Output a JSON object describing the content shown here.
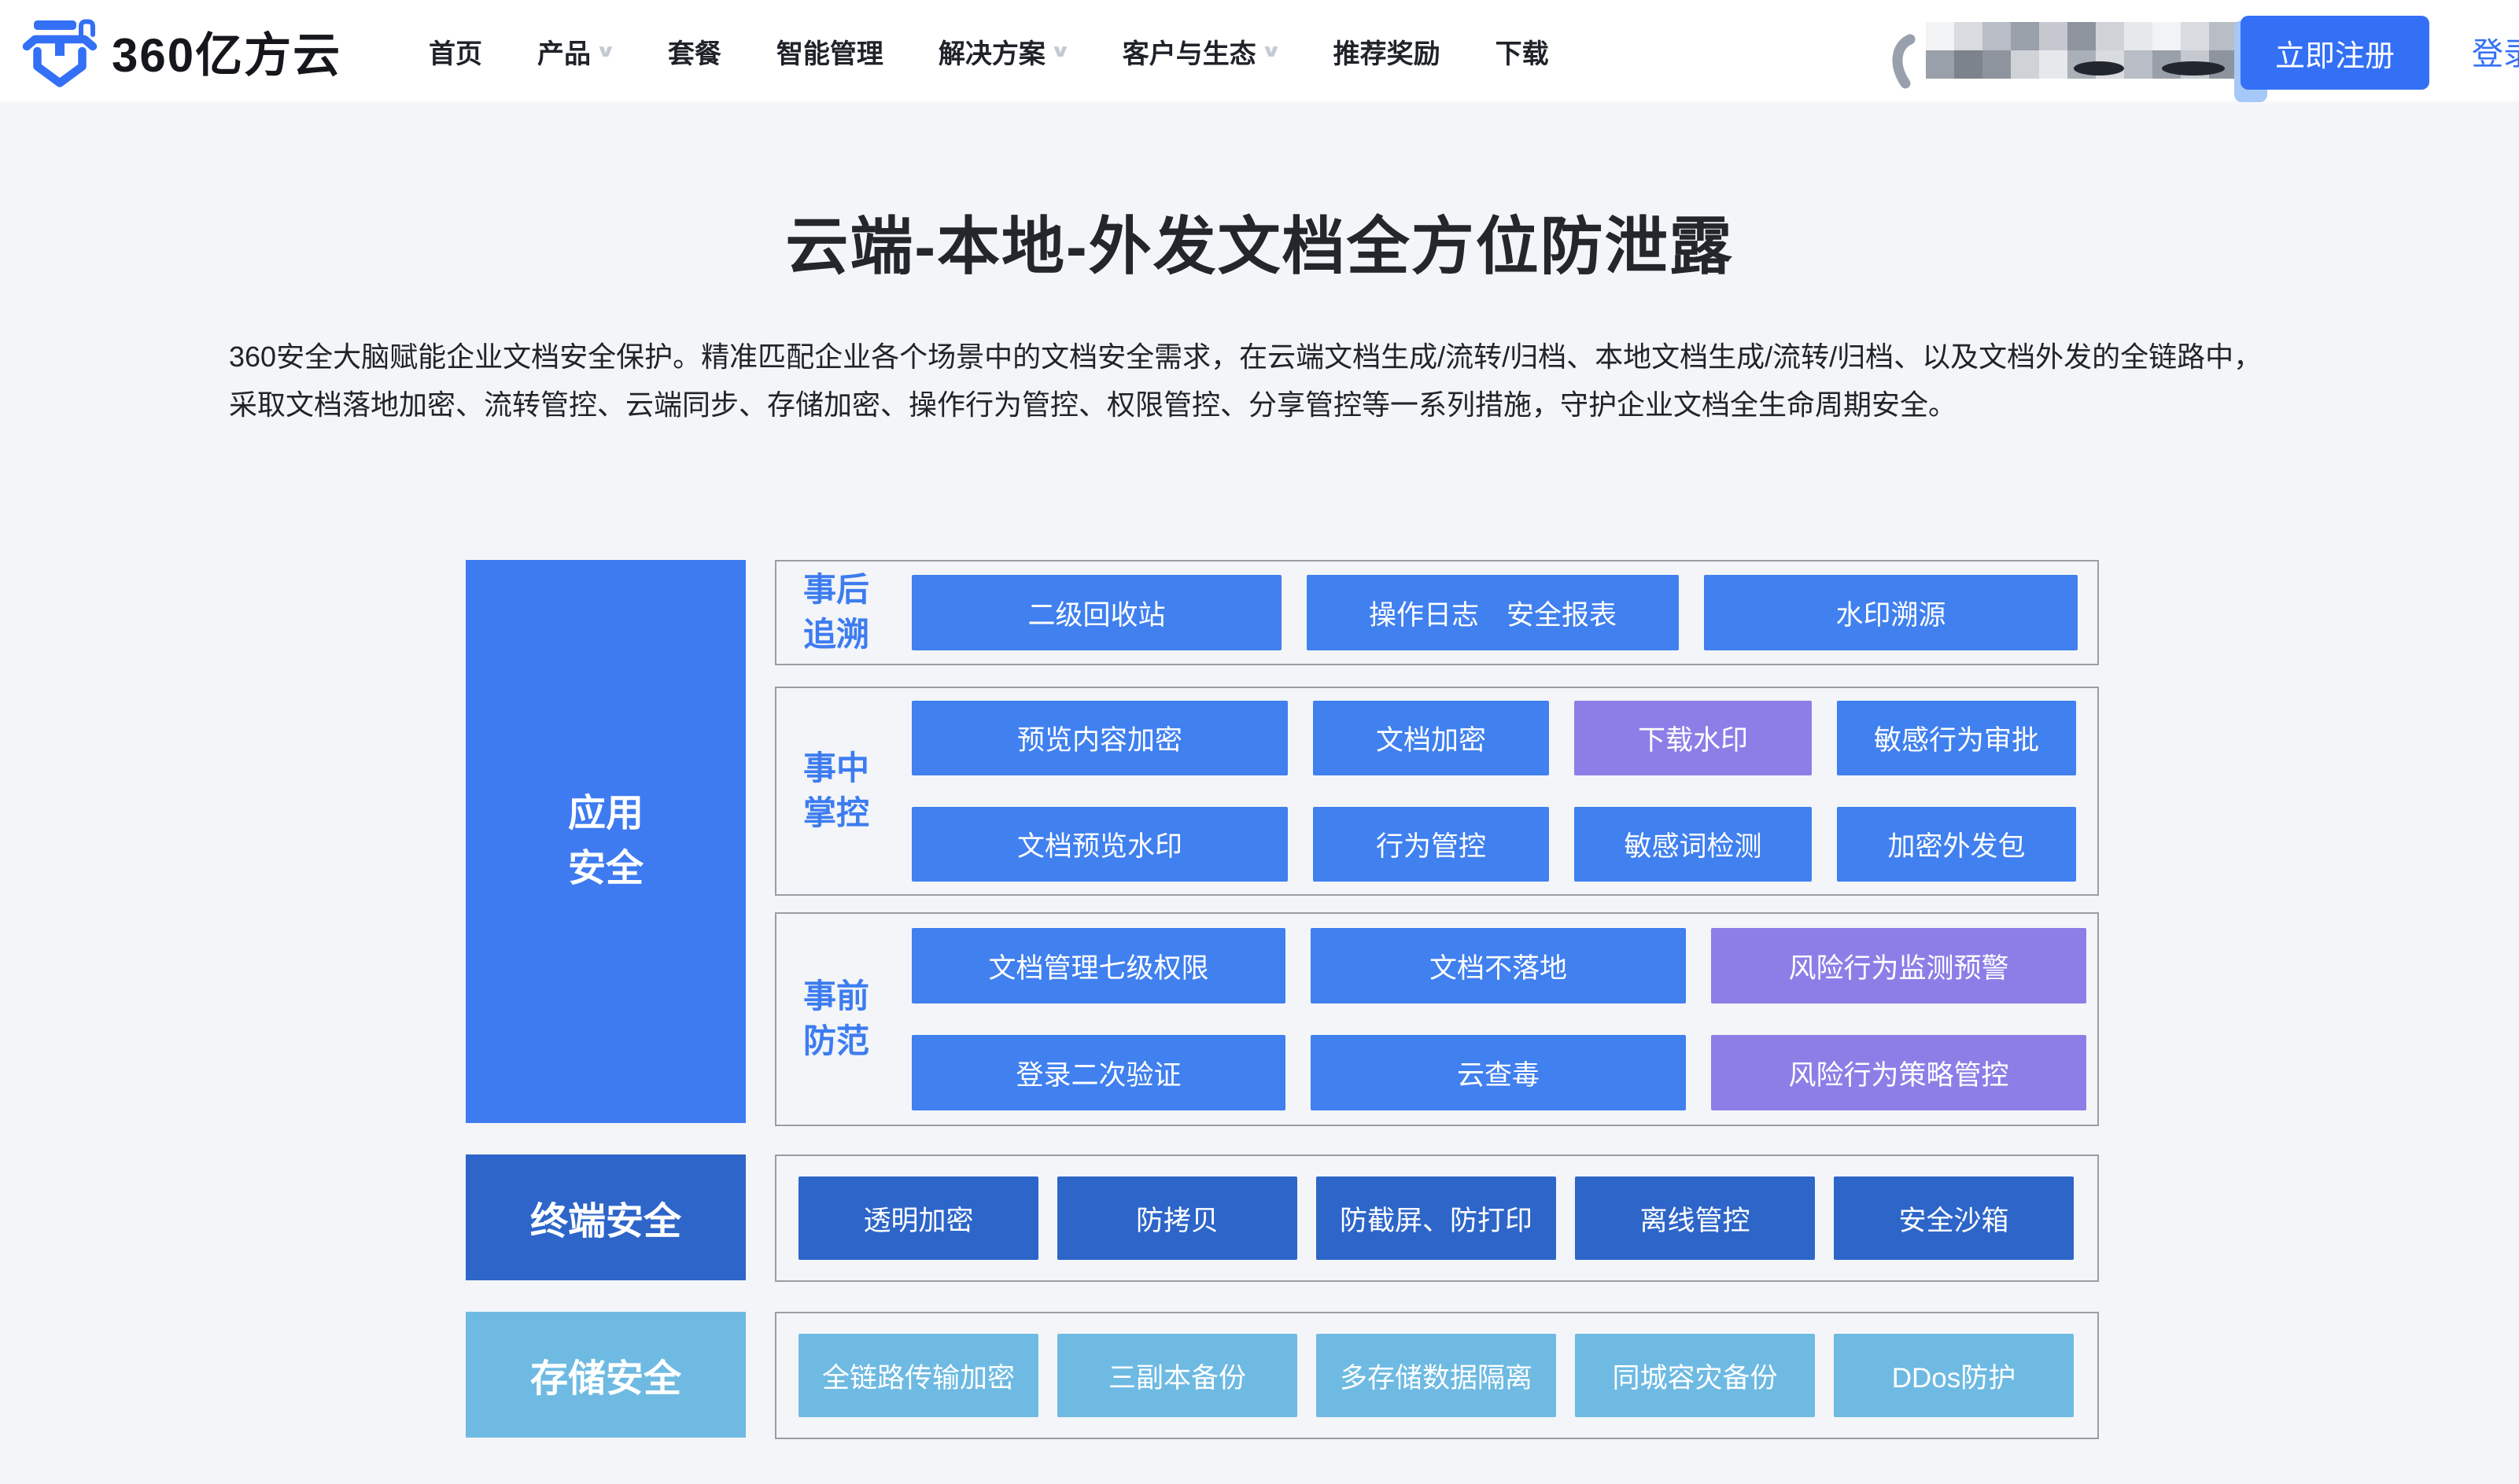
{
  "header": {
    "logo_text": "360亿方云",
    "nav": {
      "home": "首页",
      "product": "产品",
      "plans": "套餐",
      "smart_mgmt": "智能管理",
      "solutions": "解决方案",
      "customers": "客户与生态",
      "referral": "推荐奖励",
      "download": "下载"
    },
    "register_label": "立即注册",
    "login_label": "登录"
  },
  "hero": {
    "title": "云端-本地-外发文档全方位防泄露",
    "description": "360安全大脑赋能企业文档安全保护。精准匹配企业各个场景中的文档安全需求，在云端文档生成/流转/归档、本地文档生成/流转/归档、以及文档外发的全链路中，采取文档落地加密、流转管控、云端同步、存储加密、操作行为管控、权限管控、分享管控等一系列措施，守护企业文档全生命周期安全。"
  },
  "diagram": {
    "left": {
      "app": "应用\n安全",
      "terminal": "终端安全",
      "storage": "存储安全"
    },
    "g1": {
      "label": "事后\n追溯",
      "b1": "二级回收站",
      "b2": "操作日志　安全报表",
      "b3": "水印溯源"
    },
    "g2": {
      "label": "事中\n掌控",
      "b1": "预览内容加密",
      "b2": "文档加密",
      "b3": "下载水印",
      "b4": "敏感行为审批",
      "b5": "文档预览水印",
      "b6": "行为管控",
      "b7": "敏感词检测",
      "b8": "加密外发包"
    },
    "g3": {
      "label": "事前\n防范",
      "b1": "文档管理七级权限",
      "b2": "文档不落地",
      "b3": "风险行为监测预警",
      "b4": "登录二次验证",
      "b5": "云查毒",
      "b6": "风险行为策略管控"
    },
    "g4": {
      "b1": "透明加密",
      "b2": "防拷贝",
      "b3": "防截屏、防打印",
      "b4": "离线管控",
      "b5": "安全沙箱"
    },
    "g5": {
      "b1": "全链路传输加密",
      "b2": "三副本备份",
      "b3": "多存储数据隔离",
      "b4": "同城容灾备份",
      "b5": "DDos防护"
    }
  },
  "colors": {
    "accent_blue": "#3370f6",
    "box_blue": "#4080ef",
    "dark_blue": "#2d65c9",
    "light_blue": "#6ebae2",
    "purple": "#8b7fe7",
    "label_blue": "#3d7cf0",
    "page_bg": "#f3f5f8"
  }
}
